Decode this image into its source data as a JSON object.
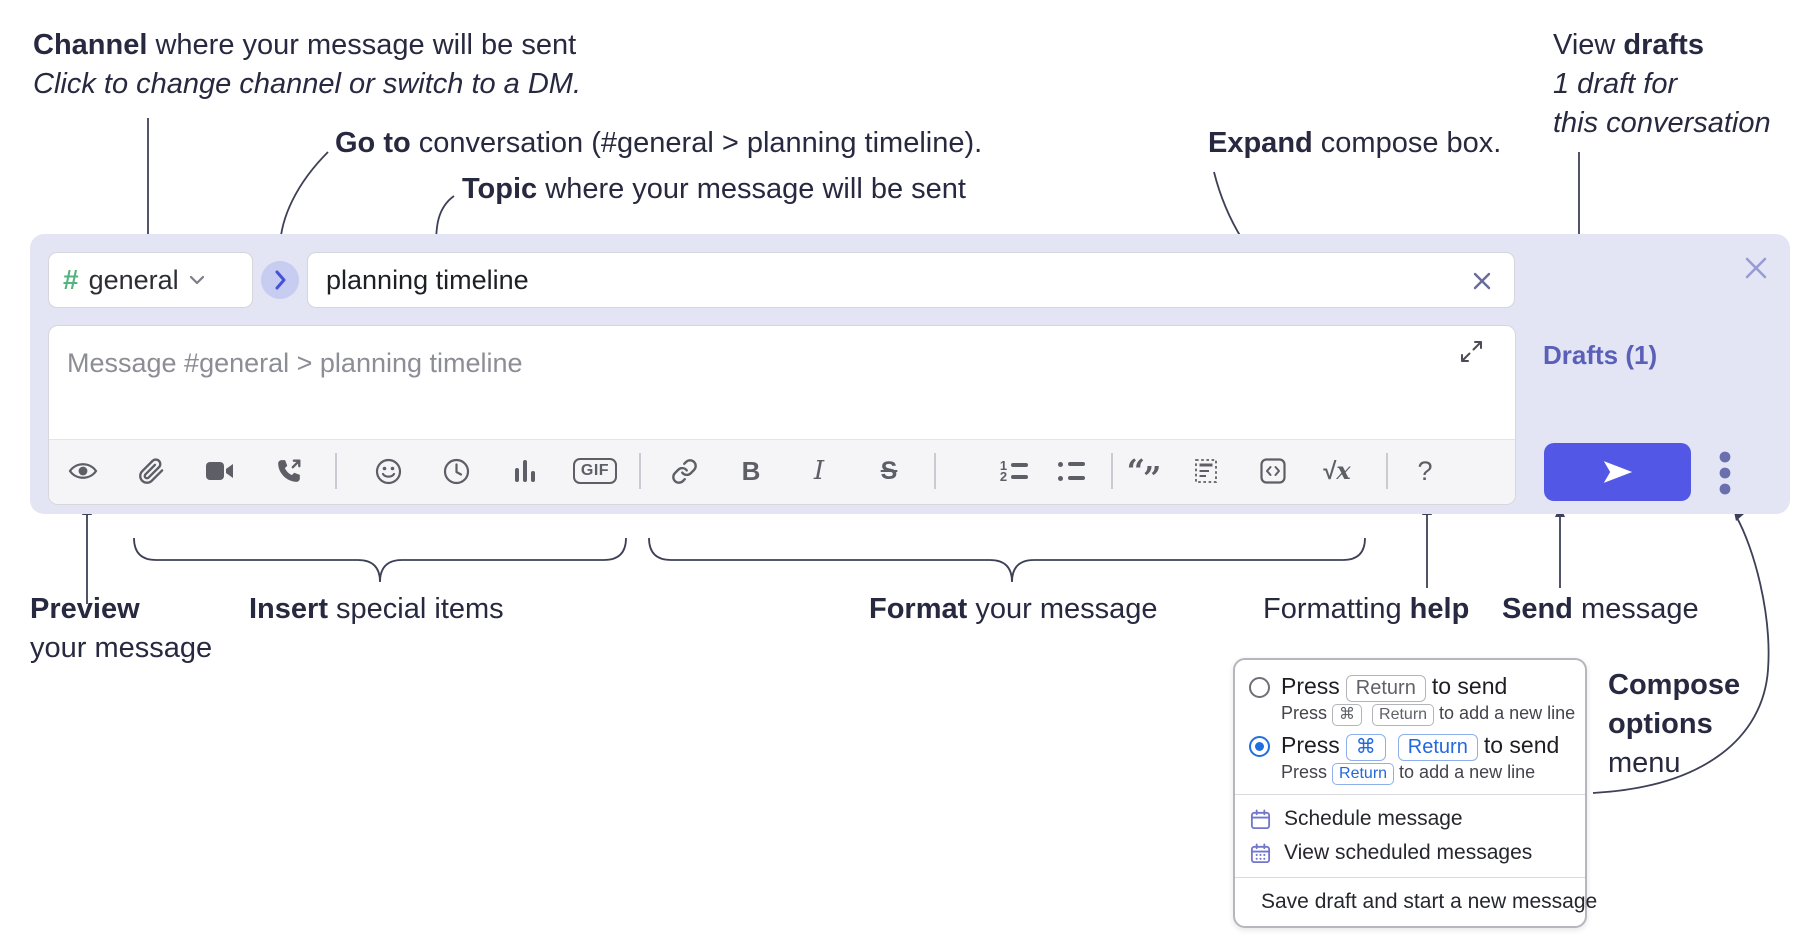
{
  "annotations": {
    "channel": {
      "line1": [
        {
          "t": "Channel",
          "b": true
        },
        {
          "t": " where your message will be sent"
        }
      ],
      "line2": [
        {
          "t": "Click to change channel or switch to a DM.",
          "i": true
        }
      ]
    },
    "goto": {
      "line1": [
        {
          "t": "Go to",
          "b": true
        },
        {
          "t": " conversation (#general > planning timeline)."
        }
      ]
    },
    "topic": {
      "line1": [
        {
          "t": "Topic",
          "b": true
        },
        {
          "t": " where your message will be sent"
        }
      ]
    },
    "expand": {
      "line1": [
        {
          "t": "Expand",
          "b": true
        },
        {
          "t": " compose box."
        }
      ]
    },
    "drafts": {
      "line1": [
        {
          "t": "View "
        },
        {
          "t": "drafts",
          "b": true
        }
      ],
      "line2": [
        {
          "t": "1 draft for",
          "i": true
        }
      ],
      "line3": [
        {
          "t": "this conversation",
          "i": true
        }
      ]
    },
    "preview": {
      "line1": [
        {
          "t": "Preview",
          "b": true
        }
      ],
      "line2": [
        {
          "t": "your message"
        }
      ]
    },
    "insert": {
      "line1": [
        {
          "t": "Insert",
          "b": true
        },
        {
          "t": " special items"
        }
      ]
    },
    "format": {
      "line1": [
        {
          "t": "Format",
          "b": true
        },
        {
          "t": " your message"
        }
      ]
    },
    "help": {
      "line1": [
        {
          "t": "Formatting "
        },
        {
          "t": "help",
          "b": true
        }
      ]
    },
    "send": {
      "line1": [
        {
          "t": "Send",
          "b": true
        },
        {
          "t": " message"
        }
      ]
    },
    "compose_options": {
      "line1": [
        {
          "t": "Compose",
          "b": true
        }
      ],
      "line2": [
        {
          "t": "options",
          "b": true
        }
      ],
      "line3": [
        {
          "t": "menu"
        }
      ]
    }
  },
  "composer": {
    "channel_hash": "#",
    "channel_name": "general",
    "topic_value": "planning timeline",
    "message_placeholder": "Message #general > planning timeline",
    "drafts_link": "Drafts (1)",
    "toolbar_glyphs": {
      "gif": "GIF",
      "bold": "B",
      "italic": "I",
      "strike": "S",
      "ol_1": "1",
      "ol_2": "2",
      "quote_open": "“",
      "quote_close": "”",
      "sqrt_sign": "√",
      "sqrt_x": "x",
      "help": "?"
    },
    "toolbar_icon_names": [
      "preview-eye",
      "attach-paperclip",
      "video-clip",
      "audio-call",
      "emoji",
      "recently-used",
      "poll-chart",
      "gif",
      "link",
      "bold",
      "italic",
      "strikethrough",
      "numbered-list",
      "bulleted-list",
      "blockquote",
      "text-snippet",
      "code-block",
      "formula",
      "formatting-help"
    ]
  },
  "popup": {
    "option_return": {
      "selected": false,
      "main": [
        {
          "t": "Press"
        },
        {
          "t": "Return",
          "key": true
        },
        {
          "t": "to send"
        }
      ],
      "sub": [
        {
          "t": "Press"
        },
        {
          "t": "⌘",
          "key": true
        },
        {
          "t": "Return",
          "key": true
        },
        {
          "t": "to add a new line"
        }
      ]
    },
    "option_cmd_return": {
      "selected": true,
      "main": [
        {
          "t": "Press"
        },
        {
          "t": "⌘",
          "key": true,
          "blue": true
        },
        {
          "t": "Return",
          "key": true,
          "blue": true
        },
        {
          "t": "to send"
        }
      ],
      "sub": [
        {
          "t": "Press"
        },
        {
          "t": "Return",
          "key": true,
          "blue": true
        },
        {
          "t": "to add a new line"
        }
      ]
    },
    "items": [
      {
        "icon": "schedule-calendar-icon",
        "label": "Schedule message"
      },
      {
        "icon": "scheduled-messages-icon",
        "label": "View scheduled messages"
      },
      {
        "icon": "save-draft-icon",
        "label": "Save draft and start a new message"
      }
    ]
  },
  "colors": {
    "compose_bg": "#e3e5f4",
    "send_button": "#5257e5",
    "drafts_link": "#5a5fb8",
    "channel_hash_green": "#54b37e",
    "goto_arrow_blue": "#4352d8",
    "radio_selected_blue": "#1f6fe0",
    "key_blue": "#2368dd",
    "menu_icon_purple": "#7277cc",
    "annotation_text": "#272940",
    "toolbar_icon_gray": "#5e5f66"
  }
}
